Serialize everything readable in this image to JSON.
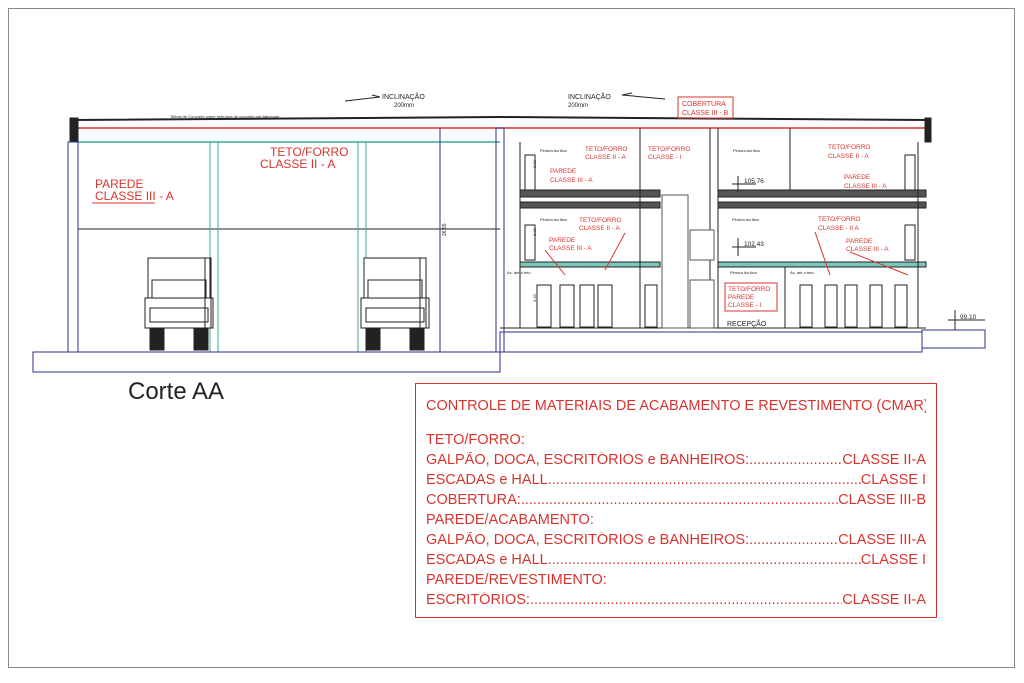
{
  "drawing": {
    "title": "Corte AA",
    "roof_note": "Telhas de Concreto sobre estrutura de concreto pré-fabricada",
    "slope_left": {
      "label": "INCLINAÇÃO",
      "value": "200mm"
    },
    "slope_right": {
      "label": "INCLINAÇÃO",
      "value": "200mm"
    },
    "cobertura": [
      "COBERTURA",
      "CLASSE III - B"
    ],
    "warehouse": {
      "parede": [
        "PAREDE",
        "CLASSE  III - A"
      ],
      "teto": [
        "TETO/FORRO",
        "CLASSE II - A"
      ],
      "dimension": "26.55"
    },
    "office_labels": {
      "pintura": "Pintura Acrílica",
      "azulejo": "Az. até o teto",
      "teto_ii_a": [
        "TETO/FORRO",
        "CLASSE II - A"
      ],
      "teto_i": [
        "TETO/FORRO",
        "CLASSE - I"
      ],
      "parede_iii_a": [
        "PAREDE",
        "CLASSE III - A"
      ],
      "teto_ii_a_2": [
        "TETO/FORRO",
        "CLASSE - II A"
      ],
      "hall": [
        "TETO/FORRO",
        "PAREDE",
        "CLASSE - I"
      ],
      "recepcao": "RECEPÇÃO",
      "level_1": "105.76",
      "level_2": "102.43",
      "level_ground": "99.10",
      "dim_floor": "3.33"
    },
    "colors": {
      "red": "#d8342f",
      "teal": "#3aa89a",
      "blue": "#2b2f8f"
    }
  },
  "cmar": {
    "title": "CONTROLE DE MATERIAIS DE ACABAMENTO E REVESTIMENTO (CMAR)",
    "sections": [
      {
        "heading": "TETO/FORRO:",
        "rows": [
          {
            "item": "GALPÃO, DOCA, ESCRITÓRIOS e BANHEIROS: ",
            "value": " CLASSE II-A"
          },
          {
            "item": "ESCADAS e HALL ",
            "value": " CLASSE I"
          },
          {
            "item": "COBERTURA: ",
            "value": " CLASSE III-B"
          }
        ]
      },
      {
        "heading": "PAREDE/ACABAMENTO:",
        "rows": [
          {
            "item": "GALPÃO, DOCA, ESCRITÓRIOS e BANHEIROS: ",
            "value": " CLASSE III-A"
          },
          {
            "item": "ESCADAS e HALL ",
            "value": " CLASSE I"
          }
        ]
      },
      {
        "heading": "PAREDE/REVESTIMENTO:",
        "rows": [
          {
            "item": "ESCRITÓRIOS: ",
            "value": " CLASSE II-A"
          }
        ]
      }
    ]
  }
}
